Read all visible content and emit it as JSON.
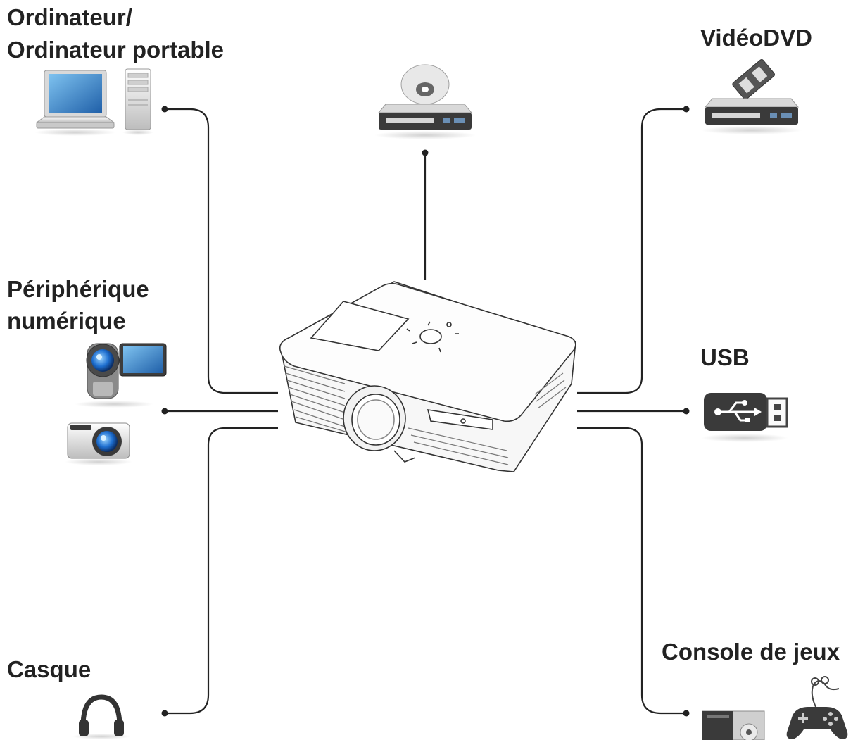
{
  "labels": {
    "computer_line1": "Ordinateur/",
    "computer_line2": "Ordinateur portable",
    "video_dvd": "VidéoDVD",
    "digital_line1": "Périphérique",
    "digital_line2": "numérique",
    "usb": "USB",
    "headset": "Casque",
    "game_console": "Console de jeux"
  },
  "colors": {
    "line": "#222222",
    "device_dark": "#3a3a3a",
    "device_light": "#e9e9e9",
    "screen_blue": "#2f7fc1",
    "lens_blue": "#1e6fd0"
  },
  "icons": [
    "laptop-icon",
    "desktop-tower-icon",
    "disc-player-icon",
    "video-dvd-player-icon",
    "camcorder-icon",
    "camera-icon",
    "usb-drive-icon",
    "headset-icon",
    "game-console-icon",
    "gamepad-icon",
    "projector-icon"
  ]
}
